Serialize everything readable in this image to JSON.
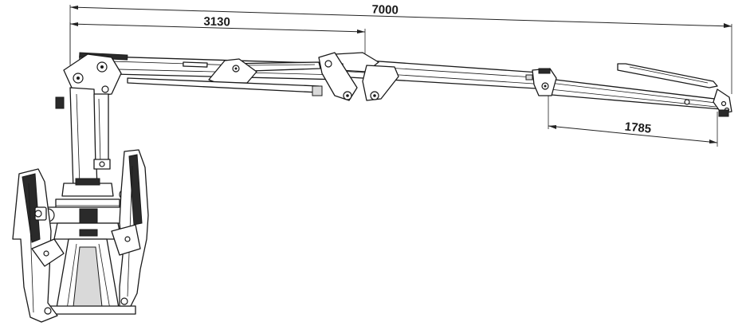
{
  "dimensions": {
    "total_reach": "7000",
    "inner_boom": "3130",
    "extension": "1785"
  },
  "colors": {
    "line": "#1a1a1a",
    "background": "#ffffff"
  }
}
